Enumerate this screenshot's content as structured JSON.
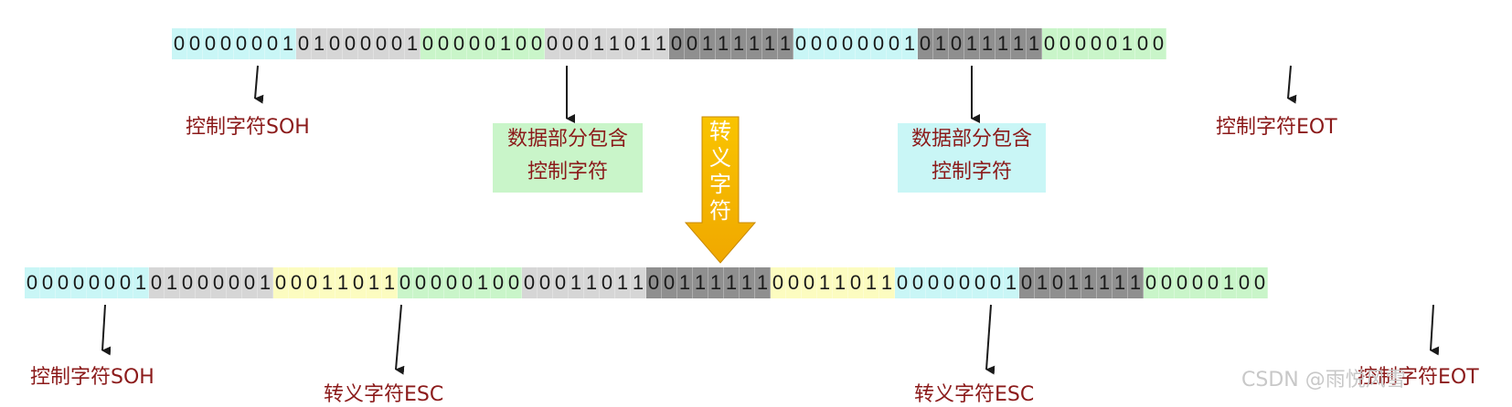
{
  "top_row": [
    {
      "bits": "00000001",
      "color": "#c9f6f6"
    },
    {
      "bits": "01000001",
      "color": "#d6d6d6"
    },
    {
      "bits": "00000100",
      "color": "#c9f5c9"
    },
    {
      "bits": "00011011",
      "color": "#d6d6d6"
    },
    {
      "bits": "00111111",
      "color": "#8f8f8f"
    },
    {
      "bits": "00000001",
      "color": "#c9f6f6"
    },
    {
      "bits": "01011111",
      "color": "#8f8f8f"
    },
    {
      "bits": "00000100",
      "color": "#c9f5c9"
    }
  ],
  "bottom_row": [
    {
      "bits": "00000001",
      "color": "#c9f6f6"
    },
    {
      "bits": "01000001",
      "color": "#d6d6d6"
    },
    {
      "bits": "00011011",
      "color": "#fcfcc0"
    },
    {
      "bits": "00000100",
      "color": "#c9f5c9"
    },
    {
      "bits": "00011011",
      "color": "#d6d6d6"
    },
    {
      "bits": "00111111",
      "color": "#8f8f8f"
    },
    {
      "bits": "00011011",
      "color": "#fcfcc0"
    },
    {
      "bits": "00000001",
      "color": "#c9f6f6"
    },
    {
      "bits": "01011111",
      "color": "#8f8f8f"
    },
    {
      "bits": "00000100",
      "color": "#c9f5c9"
    }
  ],
  "labels": {
    "top_soh": "控制字符SOH",
    "top_data_ctrl_1": "数据部分包含",
    "top_data_ctrl_2": "控制字符",
    "top_data_ctrl_b1": "数据部分包含",
    "top_data_ctrl_b2": "控制字符",
    "top_eot": "控制字符EOT",
    "bottom_soh": "控制字符SOH",
    "bottom_esc_1": "转义字符ESC",
    "bottom_esc_2": "转义字符ESC",
    "bottom_eot": "控制字符EOT"
  },
  "center_arrow": {
    "text": [
      "转",
      "义",
      "字",
      "符"
    ],
    "color": "#f5b400"
  },
  "watermark": "CSDN @雨悦风雪",
  "colors": {
    "label_text": "#8b1a1a",
    "arrow_line": "#1a1a1a"
  }
}
